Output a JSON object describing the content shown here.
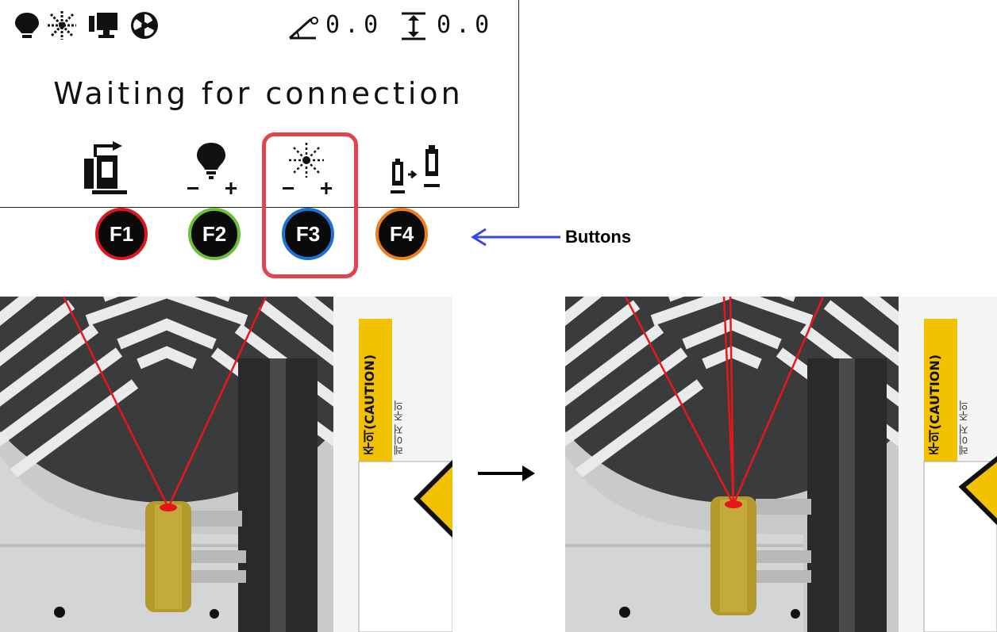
{
  "display": {
    "status_icons": [
      "bulb-icon",
      "laser-icon",
      "monitor-icon",
      "fan-icon"
    ],
    "tilt_value": "0.0",
    "height_value": "0.0",
    "message": "Waiting for connection"
  },
  "function_keys": [
    {
      "label": "F1",
      "ring_color": "#e0151c",
      "icon": "export-transfer-icon"
    },
    {
      "label": "F2",
      "ring_color": "#6cbf3a",
      "icon": "bulb-brightness-icon"
    },
    {
      "label": "F3",
      "ring_color": "#1e6fd6",
      "icon": "laser-brightness-icon"
    },
    {
      "label": "F4",
      "ring_color": "#ef7d1c",
      "icon": "battery-swap-icon"
    }
  ],
  "callout": {
    "text": "Buttons",
    "arrow_color": "#3b45e0"
  },
  "highlight_color": "#e2444f",
  "photos": {
    "before": {
      "caution_text": "주의(CAUTION)",
      "subtext": "레이저 주의",
      "laser_color": "#e8161b"
    },
    "after": {
      "caution_text": "주의(CAUTION)",
      "subtext": "레이저 주의",
      "laser_color": "#e8161b"
    }
  }
}
